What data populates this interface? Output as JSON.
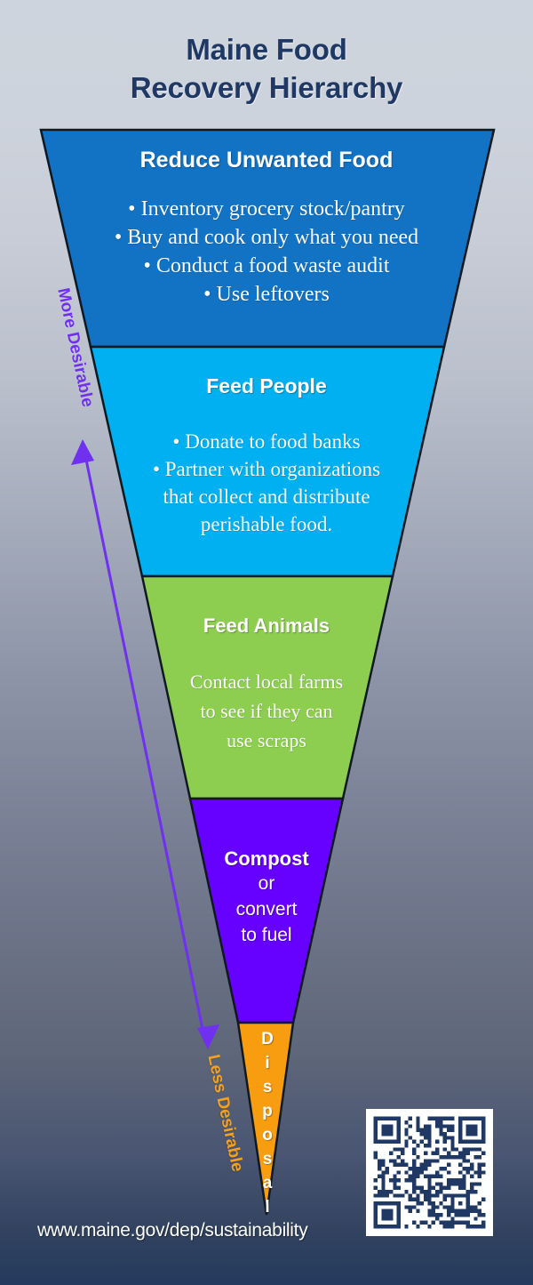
{
  "poster": {
    "title_lines": [
      "Maine Food",
      "Recovery Hierarchy"
    ],
    "url": "www.maine.gov/dep/sustainability",
    "background_top_color": "#ced4dd",
    "background_bottom_color": "#243a5e",
    "title_color": "#1f3864"
  },
  "arrows": {
    "up": {
      "label": "More Desirable",
      "color": "#7030f0"
    },
    "down": {
      "label": "Less Desirable",
      "color": "#f5a11e"
    }
  },
  "hierarchy": [
    {
      "heading": "Reduce Unwanted Food",
      "color": "#1272c4",
      "items": [
        "• Inventory grocery stock/pantry",
        "• Buy and cook only what you need",
        "• Conduct a food waste audit",
        "• Use leftovers"
      ]
    },
    {
      "heading": "Feed People",
      "color": "#00b0f0",
      "items": [
        "• Donate to food banks",
        "• Partner with organizations",
        "that collect and distribute",
        "perishable food."
      ]
    },
    {
      "heading": "Feed Animals",
      "color": "#8dce50",
      "items": [
        "Contact local farms",
        "to see if they can",
        "use scraps"
      ]
    },
    {
      "heading": "Compost",
      "color": "#6600ff",
      "items": [
        "or",
        "convert",
        "to fuel"
      ]
    },
    {
      "heading": "Disposal",
      "color": "#f89c10",
      "letters": [
        "D",
        "i",
        "s",
        "p",
        "o",
        "s",
        "a",
        "l"
      ]
    }
  ],
  "qr": {
    "label": "qr-code",
    "fill_color": "#1f3864",
    "background_color": "#ffffff"
  }
}
